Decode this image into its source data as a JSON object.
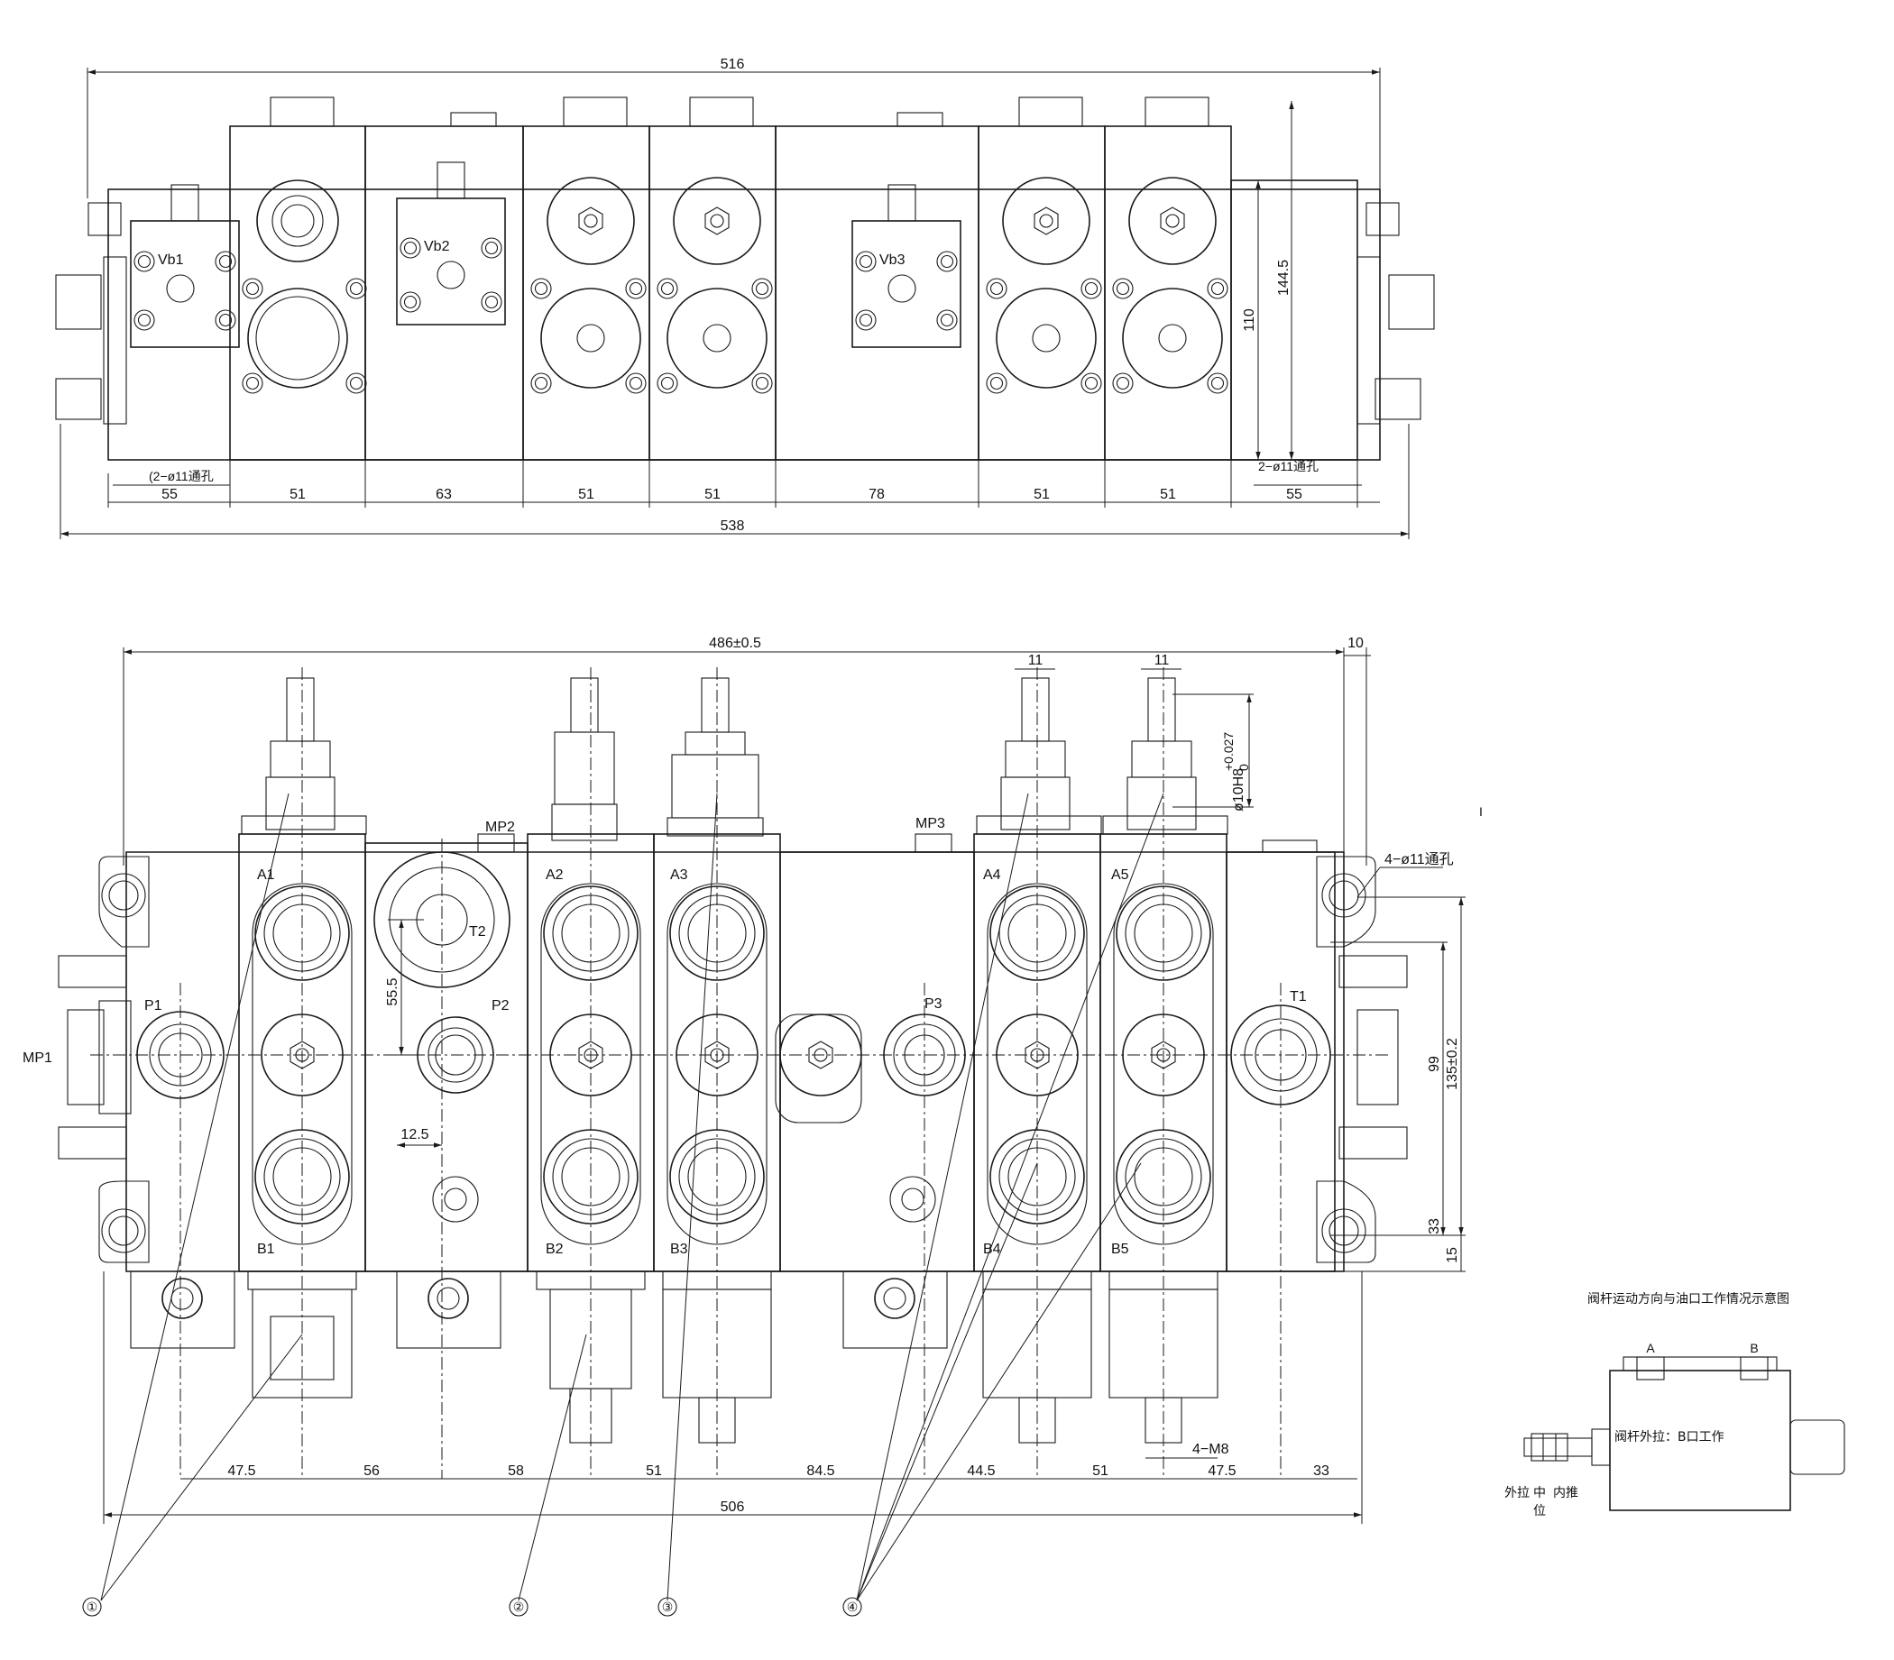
{
  "top_view": {
    "dims": {
      "overall_top": "516",
      "overall_bottom": "538",
      "height_1": "144.5",
      "height_2": "110",
      "holes_left": "(2−ø11通孔",
      "holes_right": "2−ø11通孔",
      "sections": [
        "55",
        "51",
        "63",
        "51",
        "51",
        "78",
        "51",
        "51",
        "55"
      ]
    },
    "labels": {
      "vb1": "Vb1",
      "vb2": "Vb2",
      "vb3": "Vb3"
    }
  },
  "front_view": {
    "dims": {
      "overall_top": "486±0.5",
      "offset_right": "10",
      "lever_w1": "11",
      "lever_w2": "11",
      "lever_dia": "ø10H8",
      "lever_tol_upper": "+0.027",
      "lever_tol_lower": "0",
      "holes": "4−ø11通孔",
      "d_55_5": "55.5",
      "d_12_5": "12.5",
      "d_99": "99",
      "d_135": "135±0.2",
      "d_33_r": "33",
      "d_15": "15",
      "bottom": [
        "47.5",
        "56",
        "58",
        "51",
        "84.5",
        "44.5",
        "51",
        "47.5",
        "33"
      ],
      "overall_bottom": "506",
      "thread": "4−M8"
    },
    "ports": {
      "a1": "A1",
      "a2": "A2",
      "a3": "A3",
      "a4": "A4",
      "a5": "A5",
      "b1": "B1",
      "b2": "B2",
      "b3": "B3",
      "b4": "B4",
      "b5": "B5",
      "p1": "P1",
      "p2": "P2",
      "p3": "P3",
      "t1": "T1",
      "t2": "T2",
      "mp1": "MP1",
      "mp2": "MP2",
      "mp3": "MP3"
    },
    "callouts": [
      "①",
      "②",
      "③",
      "④"
    ],
    "corner_mark": "I"
  },
  "schematic": {
    "title": "阀杆运动方向与油口工作情况示意图",
    "label_a": "A",
    "label_b": "B",
    "note": "阀杆外拉：B口工作",
    "pos_out": "外拉",
    "pos_mid": "中",
    "pos_in": "内推",
    "pos_mid2": "位"
  }
}
